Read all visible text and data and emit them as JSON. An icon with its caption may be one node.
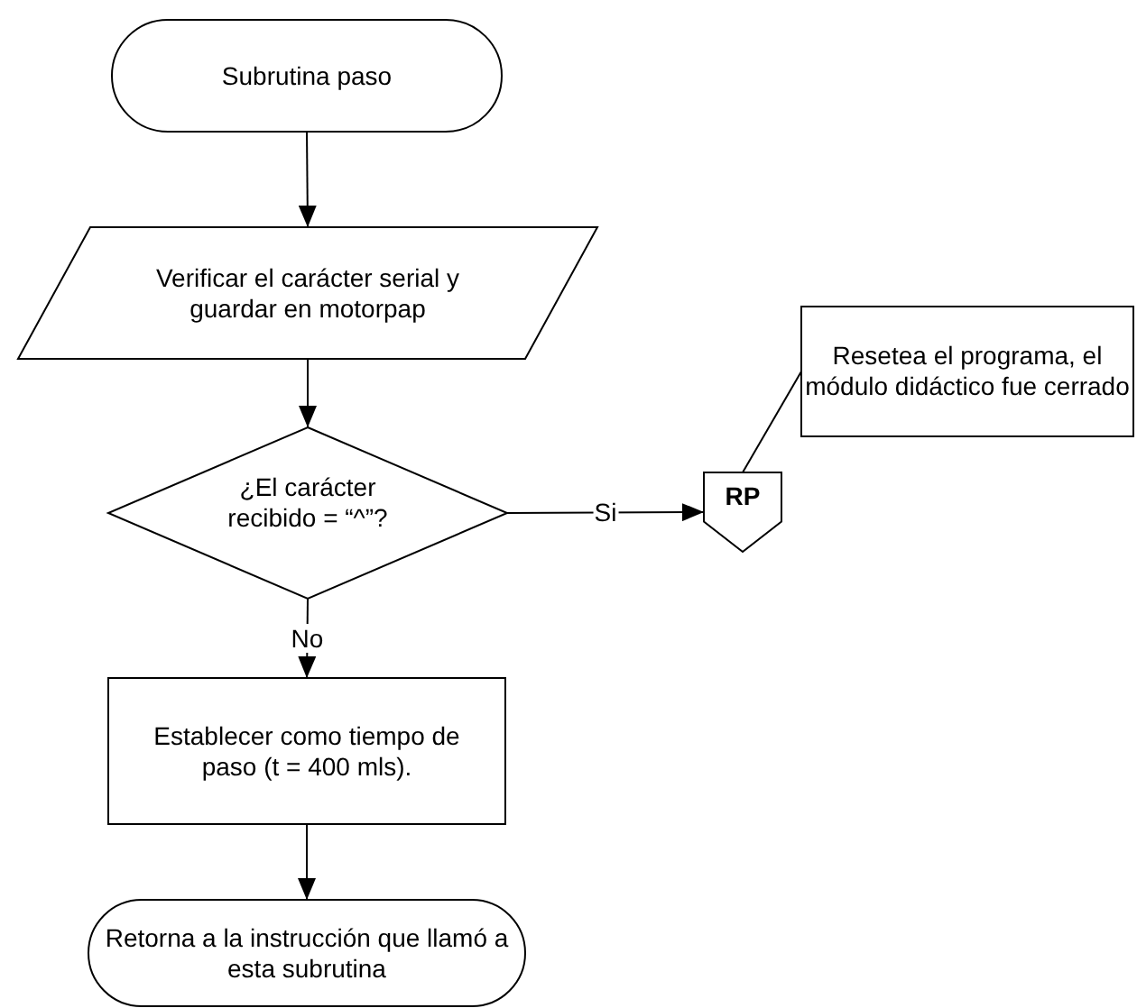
{
  "diagram": {
    "nodes": [
      {
        "text": [
          "Subrutina paso"
        ]
      },
      {
        "text": [
          "Verificar el carácter serial y guardar en motorpap"
        ]
      },
      {
        "text": [
          "¿El carácter recibido = “^”?"
        ]
      },
      {
        "text": [
          "RP"
        ]
      },
      {
        "text": [
          "Resetea el programa, el módulo didáctico fue cerrado"
        ]
      },
      {
        "text": [
          "Establecer como tiempo de paso (t = 400 mls)."
        ]
      },
      {
        "text": [
          "Retorna a la instrucción que llamó a esta subrutina"
        ]
      }
    ],
    "edges": [
      {
        "from": 0,
        "to": 1,
        "arrow": "to"
      },
      {
        "from": 1,
        "to": 2,
        "arrow": "to"
      },
      {
        "from": 2,
        "to": 3,
        "arrow": "to",
        "label": "Si"
      },
      {
        "from": 2,
        "to": 5,
        "arrow": "to",
        "label": "No"
      },
      {
        "from": 5,
        "to": 6,
        "arrow": "to"
      },
      {
        "from": 4,
        "to": 3,
        "arrow": "none"
      }
    ]
  }
}
